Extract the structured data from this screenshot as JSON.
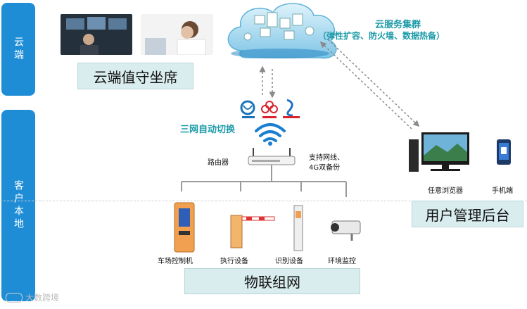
{
  "sections": {
    "cloud": "云端",
    "local": "客户本地"
  },
  "cloud_side": {
    "seat_label": "云端值守坐席",
    "server_cluster_title": "云服务集群",
    "server_cluster_detail": "（弹性扩容、防火墙、数据热备）"
  },
  "network": {
    "switch_label": "三网自动切换",
    "router_label": "路由器",
    "backup_label_line1": "支持网线、",
    "backup_label_line2": "4G双备份"
  },
  "devices": {
    "parking_controller": "车场控制机",
    "executor": "执行设备",
    "recognizer": "识别设备",
    "env_monitor": "环境监控"
  },
  "iot_label": "物联组网",
  "clients": {
    "browser": "任意浏览器",
    "mobile": "手机端",
    "backend_label": "用户管理后台"
  },
  "watermark": "大数跨境",
  "colors": {
    "band": "#1f8dd6",
    "accent_teal": "#1b9aa8",
    "label_bg": "#d9ecee"
  }
}
